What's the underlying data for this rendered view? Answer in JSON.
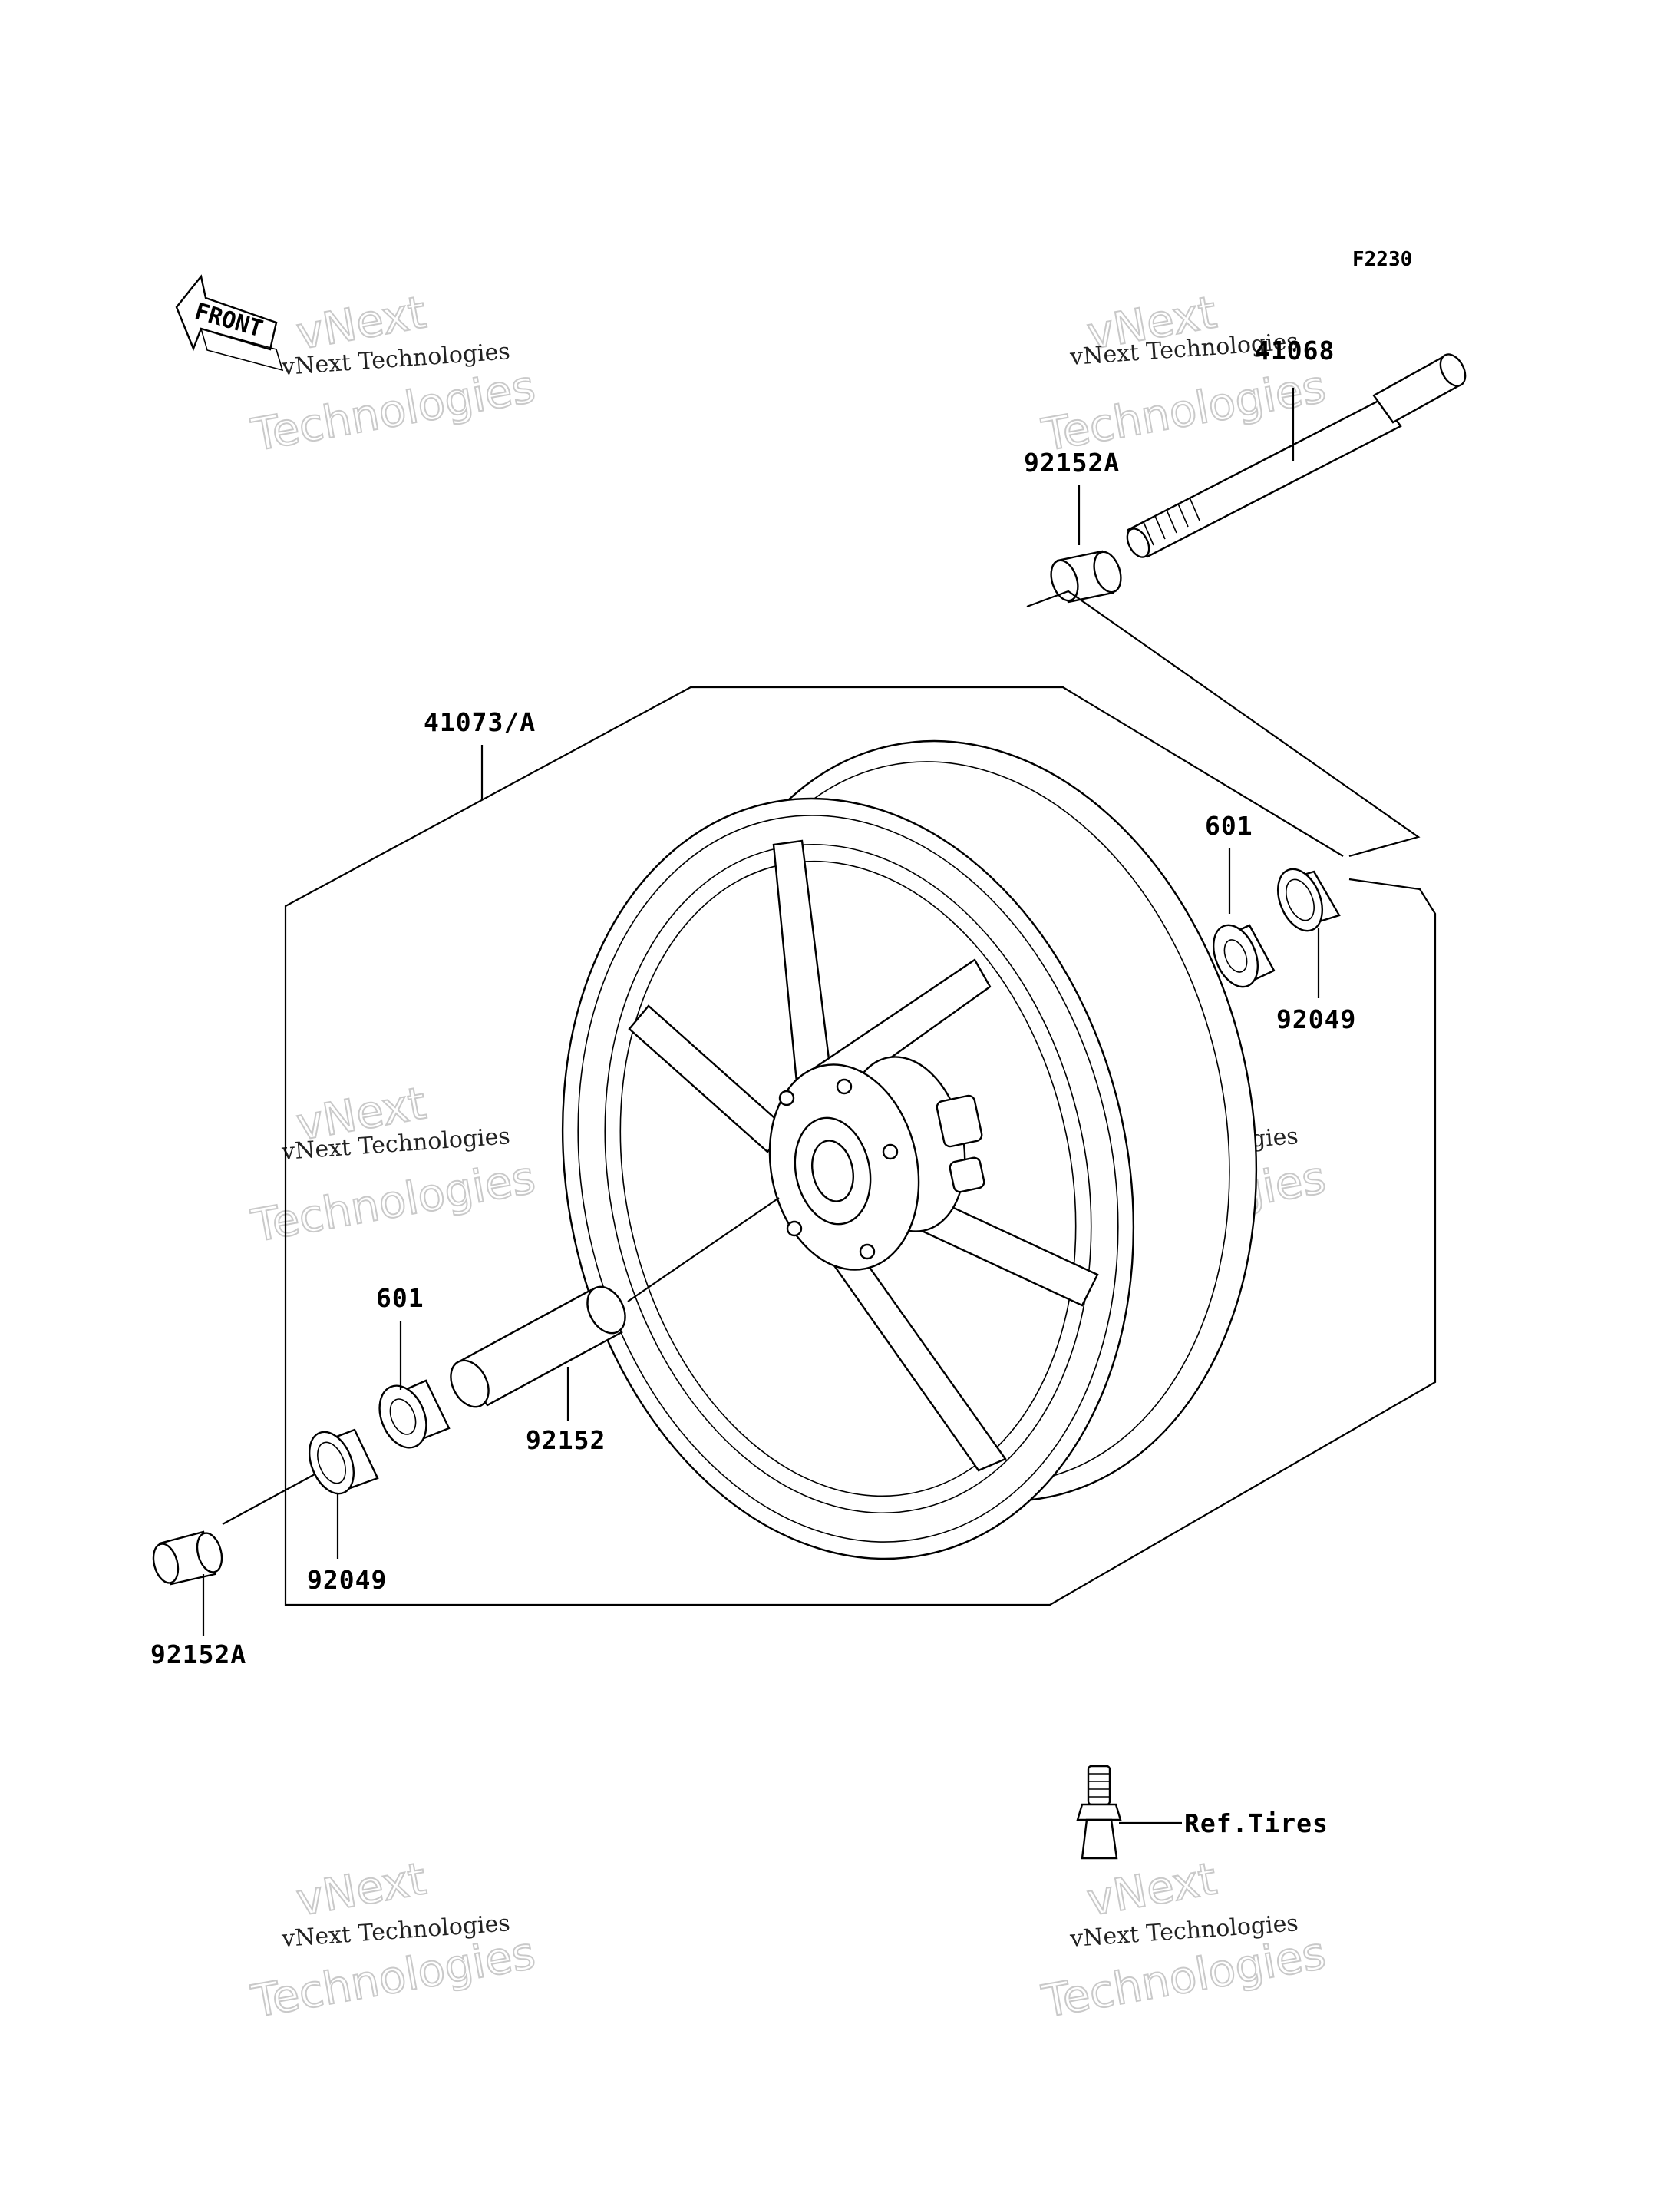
{
  "figure_code": "F2230",
  "front_arrow": {
    "label": "FRONT"
  },
  "parts": {
    "axle": "41068",
    "collar_right": "92152A",
    "wheel": "41073/A",
    "bearing_right": "601",
    "seal_right": "92049",
    "bearing_left": "601",
    "spacer": "92152",
    "seal_left": "92049",
    "collar_left": "92152A",
    "valve_ref": "Ref.Tires"
  },
  "watermark": {
    "small": "vNext Technologies",
    "big_1": "vNext",
    "big_2": "Technologies"
  }
}
